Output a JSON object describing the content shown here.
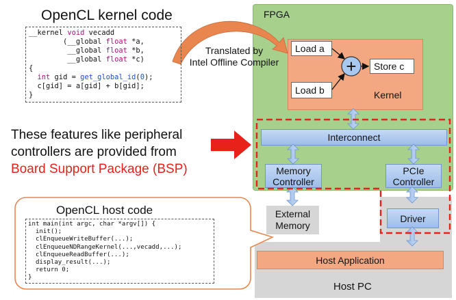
{
  "kernel_section": {
    "title": "OpenCL kernel code",
    "code_lines": [
      [
        {
          "t": "__kernel "
        },
        {
          "t": "void",
          "c": "kw"
        },
        {
          "t": " vecadd"
        }
      ],
      [
        {
          "t": "        (__global "
        },
        {
          "t": "float",
          "c": "kw"
        },
        {
          "t": " *a,"
        }
      ],
      [
        {
          "t": "         __global "
        },
        {
          "t": "float",
          "c": "kw"
        },
        {
          "t": " *b,"
        }
      ],
      [
        {
          "t": "         __global "
        },
        {
          "t": "float",
          "c": "kw"
        },
        {
          "t": " *c)"
        }
      ],
      [
        {
          "t": "{"
        }
      ],
      [
        {
          "t": "  "
        },
        {
          "t": "int",
          "c": "kw"
        },
        {
          "t": " gid = "
        },
        {
          "t": "get_global_id",
          "c": "fn"
        },
        {
          "t": "("
        },
        {
          "t": "0",
          "c": "num"
        },
        {
          "t": ");"
        }
      ],
      [
        {
          "t": "  c[gid] = a[gid] + b[gid];"
        }
      ],
      [
        {
          "t": "}"
        }
      ]
    ]
  },
  "compiler_note": {
    "line1": "Translated by",
    "line2": "Intel Offline Compiler"
  },
  "bsp_note": {
    "line1": "These features like peripheral",
    "line2": "controllers are provided from",
    "line3": "Board Support Package (BSP)"
  },
  "host_section": {
    "title": "OpenCL host code",
    "code_lines": [
      "int main(int argc, char *argv[]) {",
      "  init();",
      "  clEnqueueWriteBuffer(...);",
      "  clEnqueueNDRangeKernel(...,vecadd,...);",
      "  clEnqueueReadBuffer(...);",
      "  display_result(...);",
      "  return 0;",
      "}"
    ]
  },
  "fpga": {
    "label": "FPGA",
    "kernel_label": "Kernel",
    "load_a": "Load a",
    "load_b": "Load b",
    "plus": "+",
    "store_c": "Store c",
    "interconnect": "Interconnect",
    "memory_controller": "Memory\nController",
    "pcie_controller": "PCIe\nController"
  },
  "external_memory": "External\nMemory",
  "driver": "Driver",
  "host_application": "Host Application",
  "host_pc": "Host PC",
  "colors": {
    "fpga_bg": "#a8d08d",
    "kernel_bg": "#f4a882",
    "host_pc_bg": "#d6d6d6",
    "host_app_bg": "#f4a882",
    "bsp_red": "#e8211a",
    "arrow_orange": "#e9864f"
  }
}
